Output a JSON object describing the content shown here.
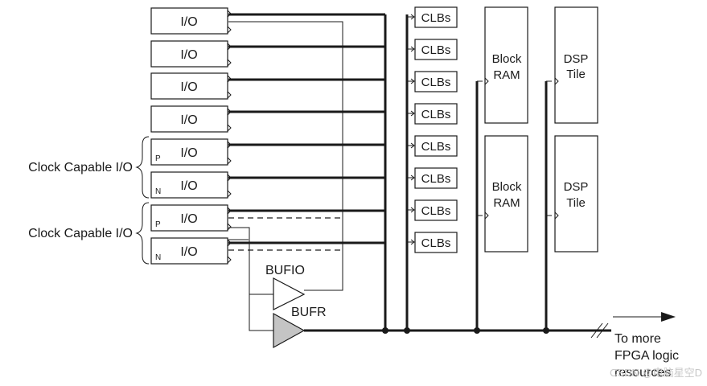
{
  "io_blocks": [
    {
      "label": "I/O",
      "pin": ""
    },
    {
      "label": "I/O",
      "pin": ""
    },
    {
      "label": "I/O",
      "pin": ""
    },
    {
      "label": "I/O",
      "pin": ""
    },
    {
      "label": "I/O",
      "pin": "P"
    },
    {
      "label": "I/O",
      "pin": "N"
    },
    {
      "label": "I/O",
      "pin": "P"
    },
    {
      "label": "I/O",
      "pin": "N"
    }
  ],
  "clock_group_labels": [
    "Clock Capable I/O",
    "Clock Capable I/O"
  ],
  "clbs": [
    "CLBs",
    "CLBs",
    "CLBs",
    "CLBs",
    "CLBs",
    "CLBs",
    "CLBs",
    "CLBs"
  ],
  "block_ram": [
    {
      "line1": "Block",
      "line2": "RAM"
    },
    {
      "line1": "Block",
      "line2": "RAM"
    }
  ],
  "dsp_tiles": [
    {
      "line1": "DSP",
      "line2": "Tile"
    },
    {
      "line1": "DSP",
      "line2": "Tile"
    }
  ],
  "buffers": {
    "bufio": "BUFIO",
    "bufr": "BUFR"
  },
  "output_label": [
    "To more",
    "FPGA logic",
    "resources"
  ],
  "watermark": "CSDN @电脑星空D",
  "colors": {
    "line": "#1a1a1a",
    "bufr_fill": "#c4c4c4",
    "background": "#ffffff"
  }
}
